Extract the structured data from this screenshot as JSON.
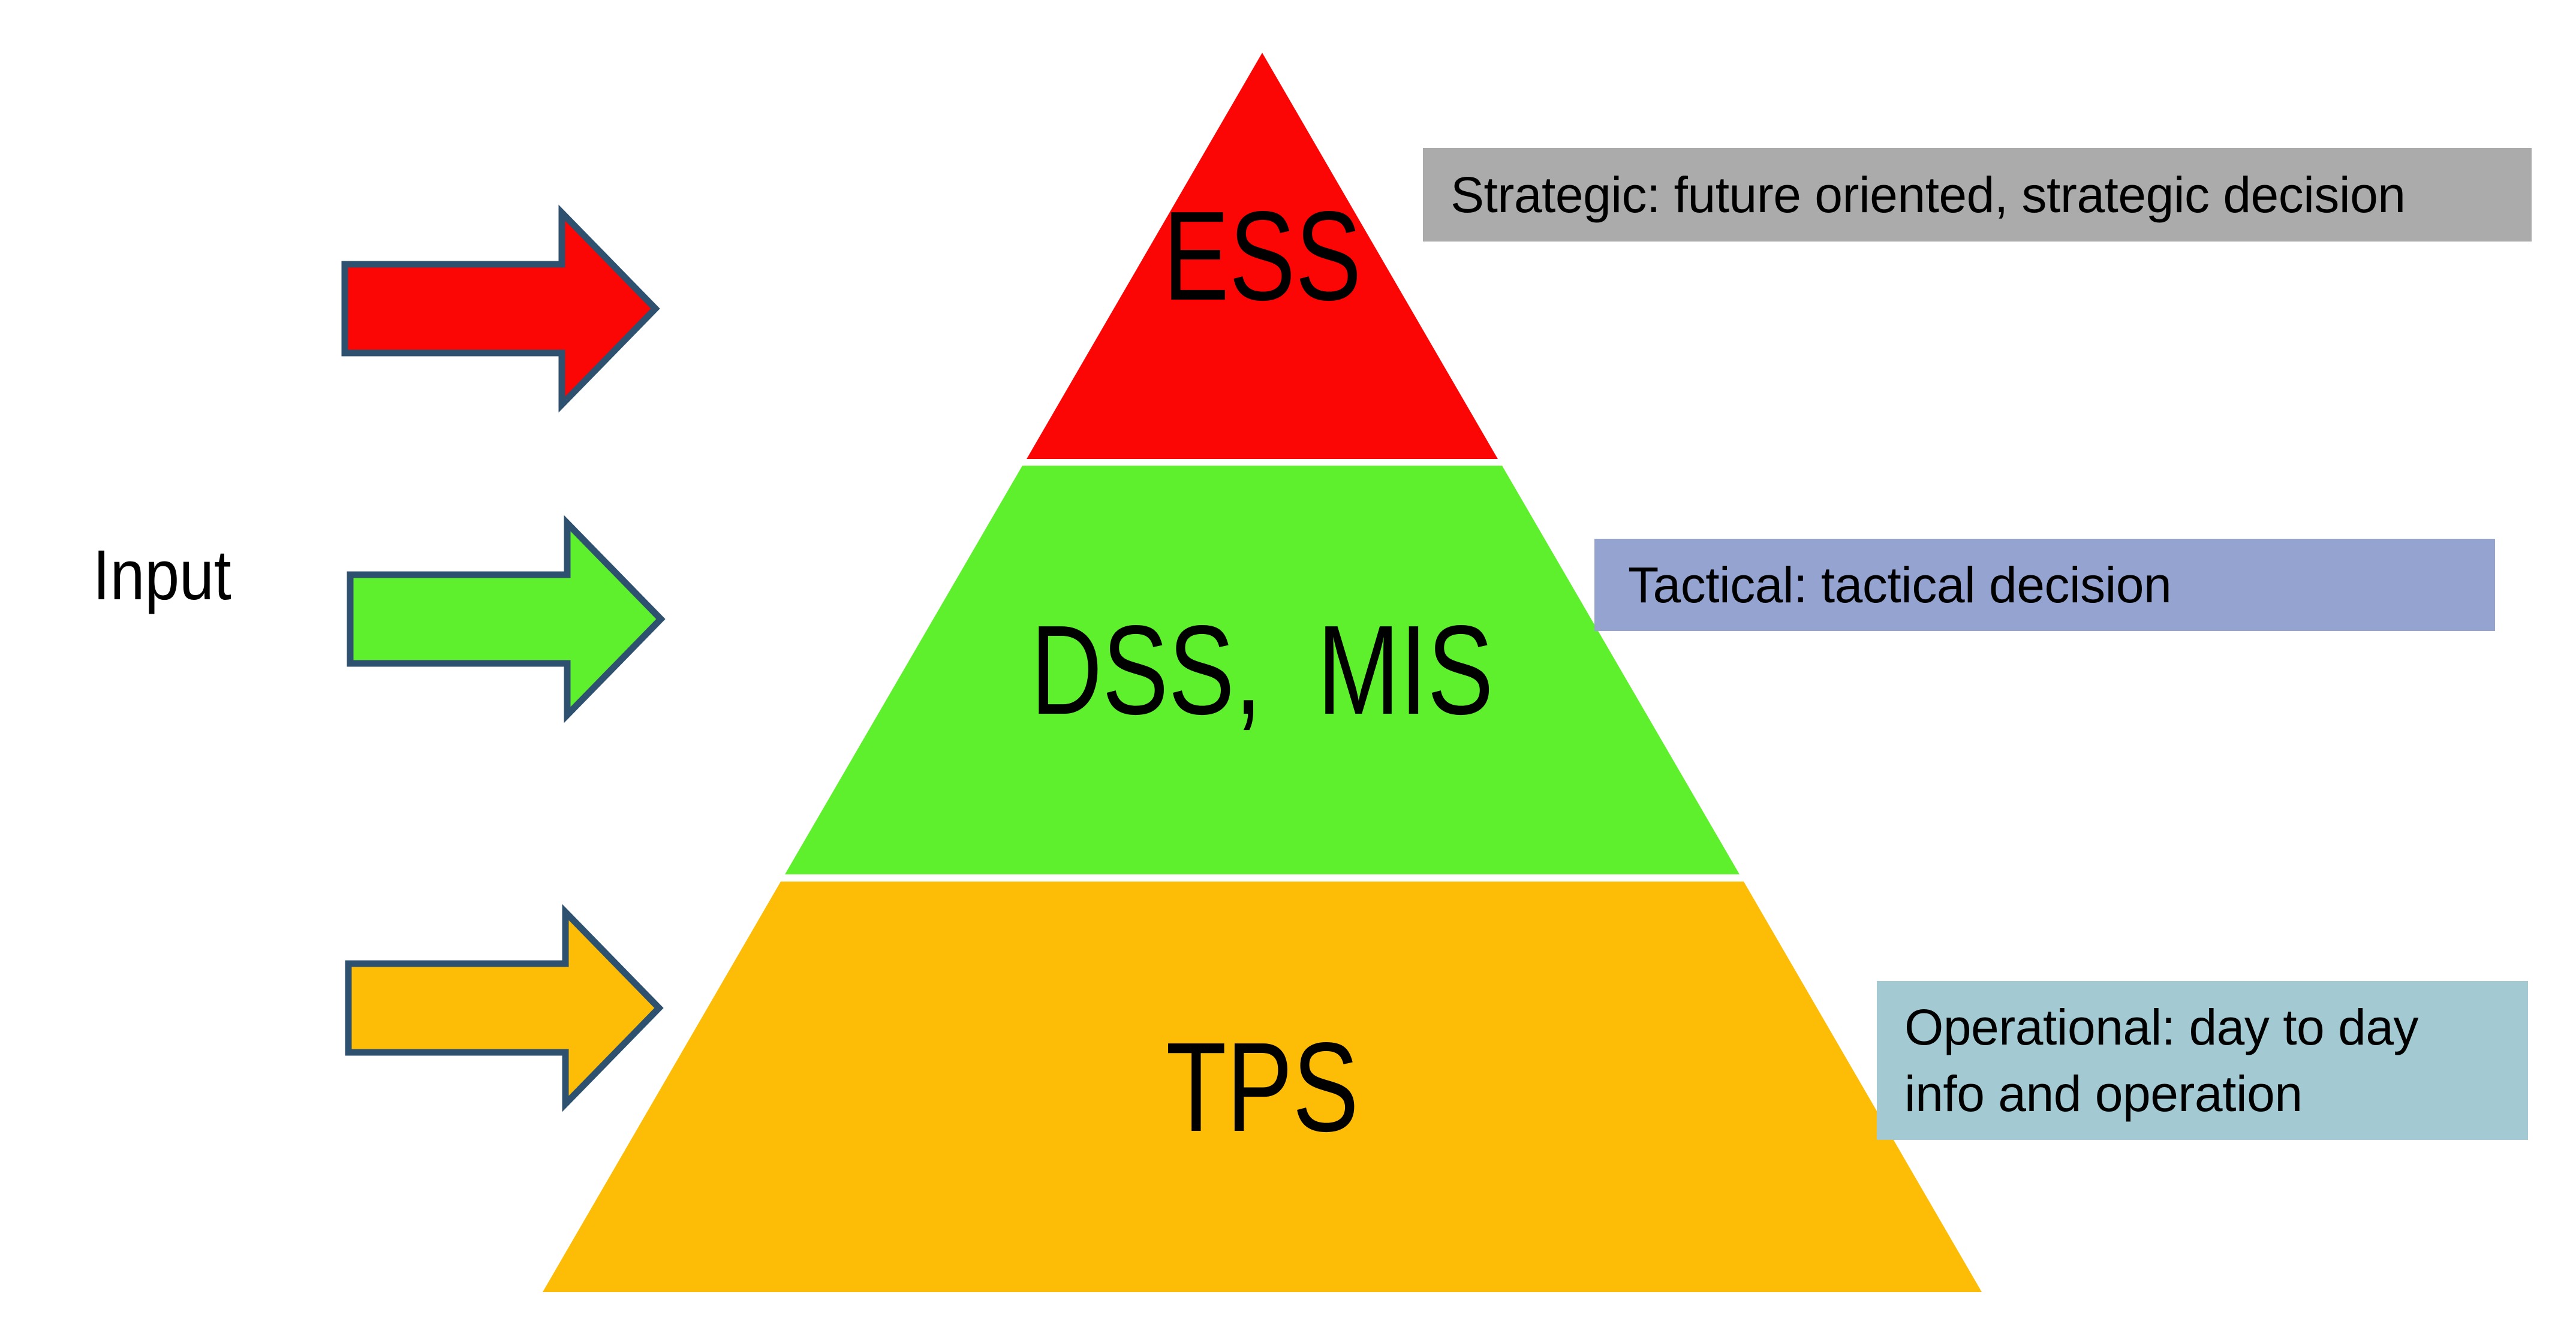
{
  "colors": {
    "background": "#FFFFFF",
    "text": "#000000",
    "arrow_outline": "#2D516F",
    "strategic_red": "#FB0505",
    "tactical_green": "#5FF02D",
    "operational_orange": "#FDBC05",
    "strategic_box_bg": "#ABABAB",
    "tactical_box_bg": "#94A3CF",
    "operational_box_bg": "#A3CAD3"
  },
  "input": {
    "label": "Input"
  },
  "arrows": [
    {
      "name": "strategic-input-arrow",
      "color": "#FB0505"
    },
    {
      "name": "tactical-input-arrow",
      "color": "#5FF02D"
    },
    {
      "name": "operational-input-arrow",
      "color": "#FDBC05"
    }
  ],
  "pyramid": {
    "levels": [
      {
        "label": "ESS",
        "color": "#FB0505"
      },
      {
        "label": "DSS,  MIS",
        "color": "#5FF02D"
      },
      {
        "label": "TPS",
        "color": "#FDBC05"
      }
    ]
  },
  "annotations": {
    "strategic": {
      "text": "Strategic: future oriented, strategic decision",
      "bg": "#ABABAB"
    },
    "tactical": {
      "text": "Tactical: tactical decision",
      "bg": "#94A3CF"
    },
    "operational": {
      "line1": "Operational: day to day",
      "line2": "info and operation",
      "bg": "#A3CAD3"
    }
  }
}
